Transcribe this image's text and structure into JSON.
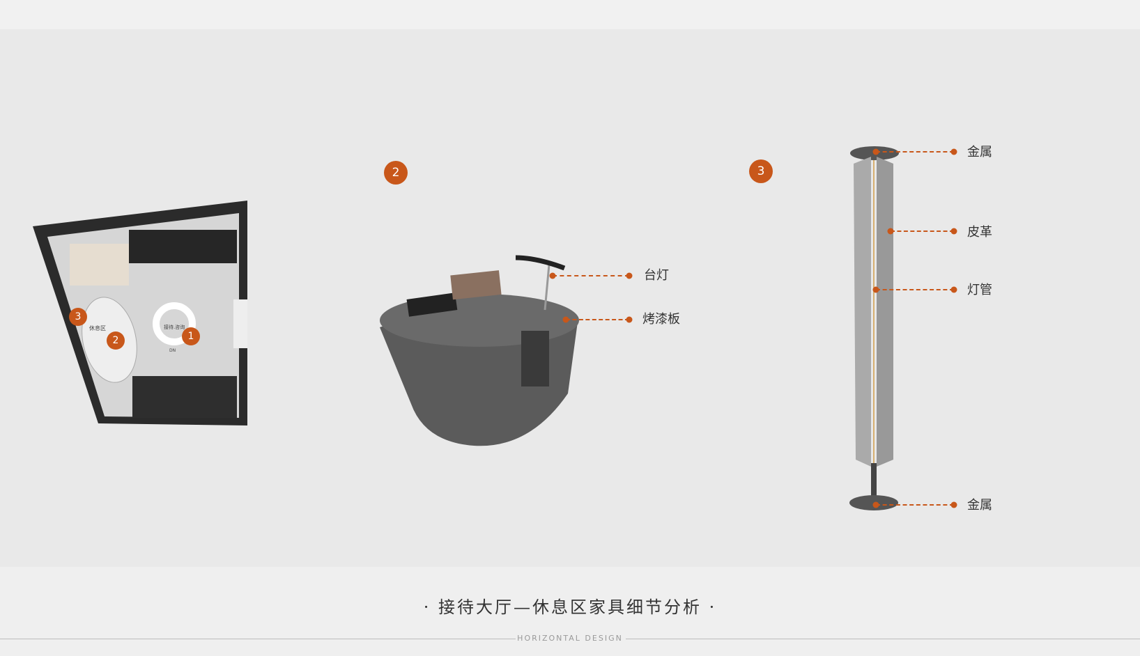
{
  "floor_plan": {
    "zone_label": "休息区",
    "reception_label": "接待.咨询",
    "stair_label": "DN",
    "markers": [
      "3",
      "2",
      "1"
    ]
  },
  "detail_markers": {
    "table": "2",
    "column": "3"
  },
  "table_labels": [
    "台灯",
    "烤漆板"
  ],
  "column_labels": [
    "金属",
    "皮革",
    "灯管",
    "金属"
  ],
  "footer": {
    "title": "· 接待大厅—休息区家具细节分析 ·",
    "subtitle": "HORIZONTAL DESIGN"
  },
  "accent": "#c8571a"
}
